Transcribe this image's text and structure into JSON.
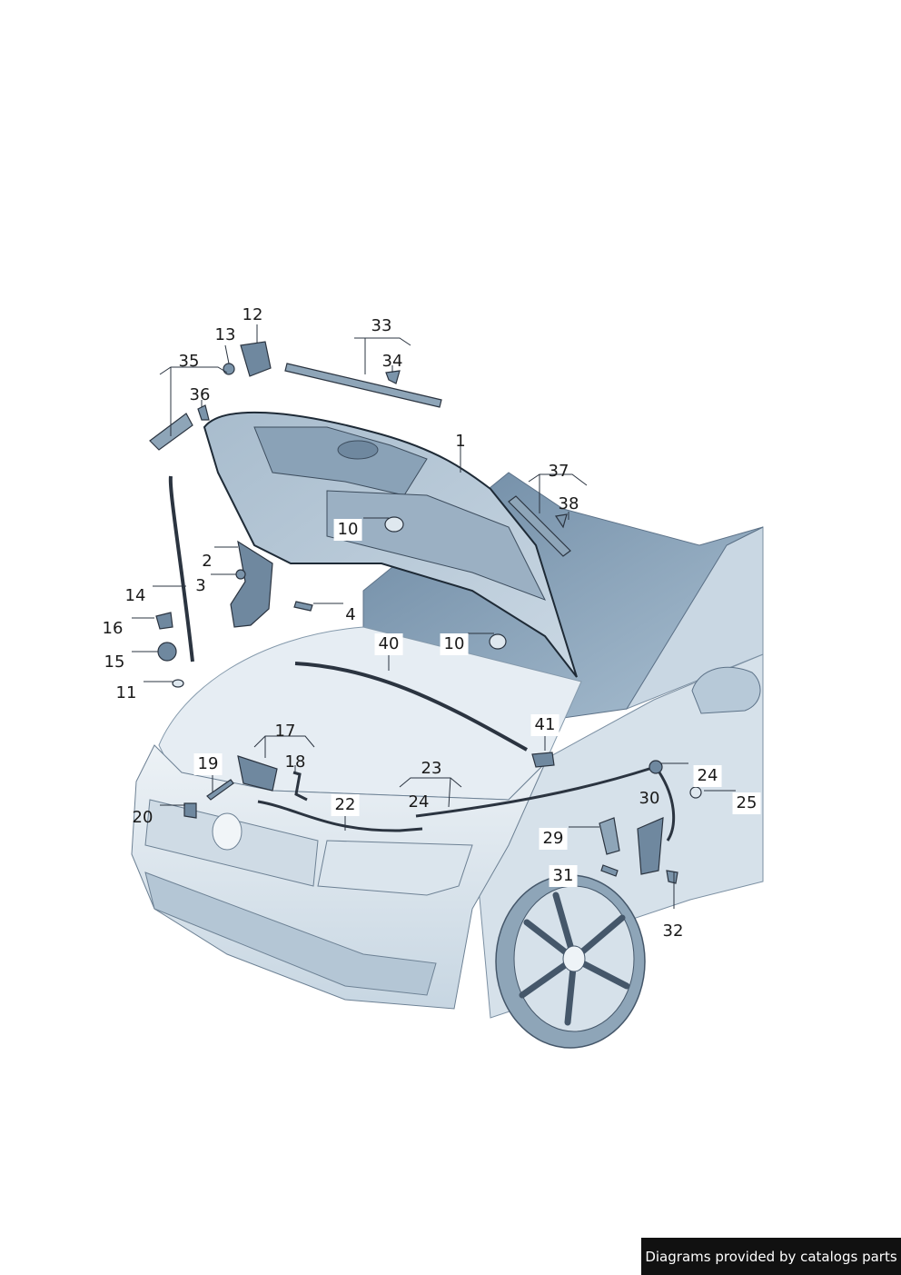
{
  "callouts": {
    "c1": "1",
    "c2": "2",
    "c3": "3",
    "c4": "4",
    "c10a": "10",
    "c10b": "10",
    "c11": "11",
    "c12": "12",
    "c13": "13",
    "c14": "14",
    "c15": "15",
    "c16": "16",
    "c17": "17",
    "c18": "18",
    "c19": "19",
    "c20": "20",
    "c22": "22",
    "c23": "23",
    "c24a": "24",
    "c24b": "24",
    "c25": "25",
    "c29": "29",
    "c30": "30",
    "c31": "31",
    "c32": "32",
    "c33": "33",
    "c34": "34",
    "c35": "35",
    "c36": "36",
    "c37": "37",
    "c38": "38",
    "c40": "40",
    "c41": "41"
  },
  "credit": "Diagrams provided by catalogs parts",
  "colors": {
    "paint_light": "#e3ecf3",
    "paint_mid": "#c2d3e0",
    "paint_dark": "#8ea9bf",
    "line": "#2b3440",
    "credit_bg": "#111111"
  }
}
